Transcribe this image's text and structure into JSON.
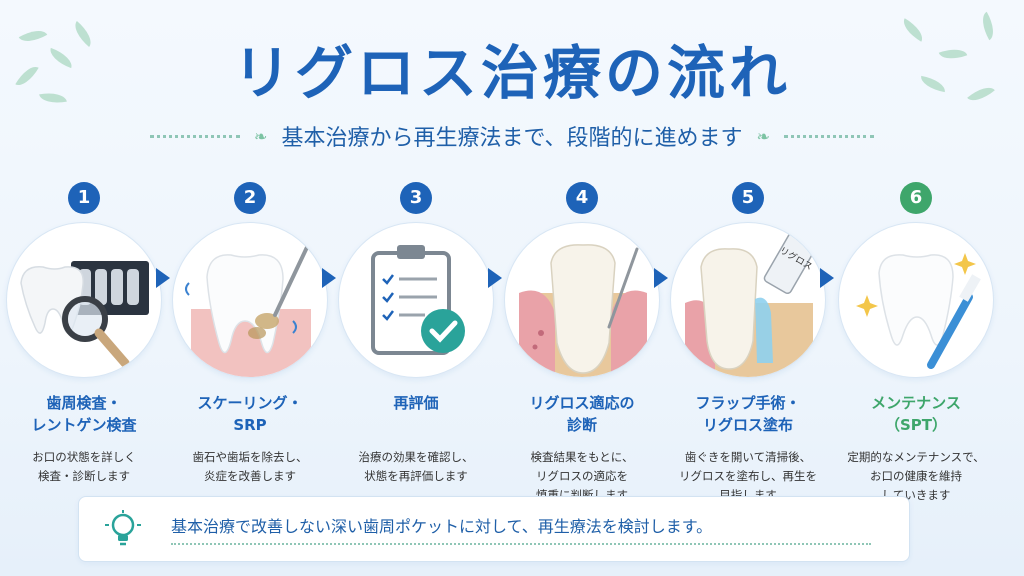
{
  "title": "リグロス治療の流れ",
  "subtitle": "基本治療から再生療法まで、段階的に進めます",
  "steps": [
    {
      "num": "1",
      "title1": "歯周検査・",
      "title2": "レントゲン検査",
      "desc1": "お口の状態を詳しく",
      "desc2": "検査・診断します",
      "desc3": ""
    },
    {
      "num": "2",
      "title1": "スケーリング・",
      "title2": "SRP",
      "desc1": "歯石や歯垢を除去し、",
      "desc2": "炎症を改善します",
      "desc3": ""
    },
    {
      "num": "3",
      "title1": "再評価",
      "title2": "",
      "desc1": "治療の効果を確認し、",
      "desc2": "状態を再評価します",
      "desc3": ""
    },
    {
      "num": "4",
      "title1": "リグロス適応の",
      "title2": "診断",
      "desc1": "検査結果をもとに、",
      "desc2": "リグロスの適応を",
      "desc3": "慎重に判断します"
    },
    {
      "num": "5",
      "title1": "フラップ手術・",
      "title2": "リグロス塗布",
      "desc1": "歯ぐきを開いて清掃後、",
      "desc2": "リグロスを塗布し、再生を",
      "desc3": "目指します"
    },
    {
      "num": "6",
      "title1": "メンテナンス",
      "title2": "（SPT）",
      "desc1": "定期的なメンテナンスで、",
      "desc2": "お口の健康を維持",
      "desc3": "していきます"
    }
  ],
  "tube_label": "リグロス",
  "note": "基本治療で改善しない深い歯周ポケットに対して、再生療法を検討します。",
  "colors": {
    "primary": "#1e63b8",
    "green": "#3ea66b",
    "leaf": "#9fd3b8"
  },
  "icons": [
    "tooth-xray-magnifier-icon",
    "tooth-scaler-icon",
    "clipboard-check-icon",
    "tooth-probe-icon",
    "tooth-regrowth-tube-icon",
    "tooth-toothbrush-sparkle-icon",
    "lightbulb-icon"
  ]
}
